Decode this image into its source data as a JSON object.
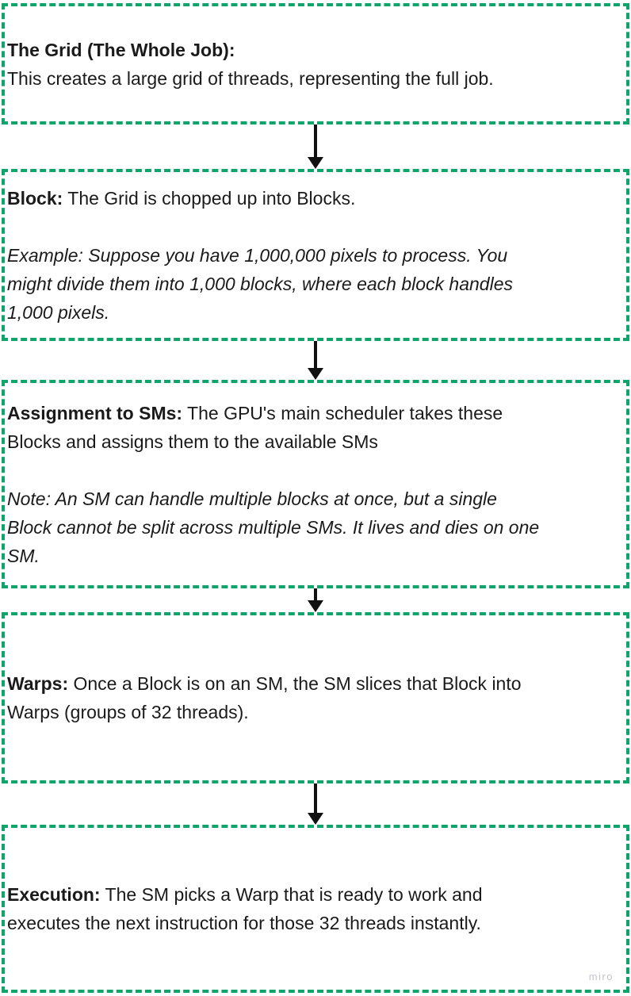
{
  "canvas": {
    "border_color": "#0ea46a",
    "arrow_color": "#111111",
    "text_color": "#1a1a1a",
    "background": "#ffffff"
  },
  "watermark": {
    "label": "miro",
    "color": "#c5c4cf"
  },
  "flow": {
    "boxes": [
      {
        "lead": "The Grid (The Whole Job):",
        "text": "This creates a large grid of threads, representing the full job."
      },
      {
        "lead": "Block:",
        "text": " The Grid is chopped up into Blocks.",
        "note": "Example: Suppose you have 1,000,000 pixels to process. You\nmight divide them into 1,000 blocks, where each block handles\n1,000 pixels."
      },
      {
        "lead": "Assignment to SMs:",
        "text": " The GPU's main scheduler takes these\nBlocks and assigns them to the available SMs",
        "note": "Note: An SM can handle multiple blocks at once, but a single\nBlock cannot be split across multiple SMs. It lives and dies on one\nSM."
      },
      {
        "lead": "Warps:",
        "text": " Once a Block is on an SM, the SM slices that Block into\nWarps (groups of 32 threads)."
      },
      {
        "lead": "Execution:",
        "text": " The SM picks a Warp that is ready to work and\nexecutes the next instruction for those 32 threads instantly."
      }
    ]
  }
}
